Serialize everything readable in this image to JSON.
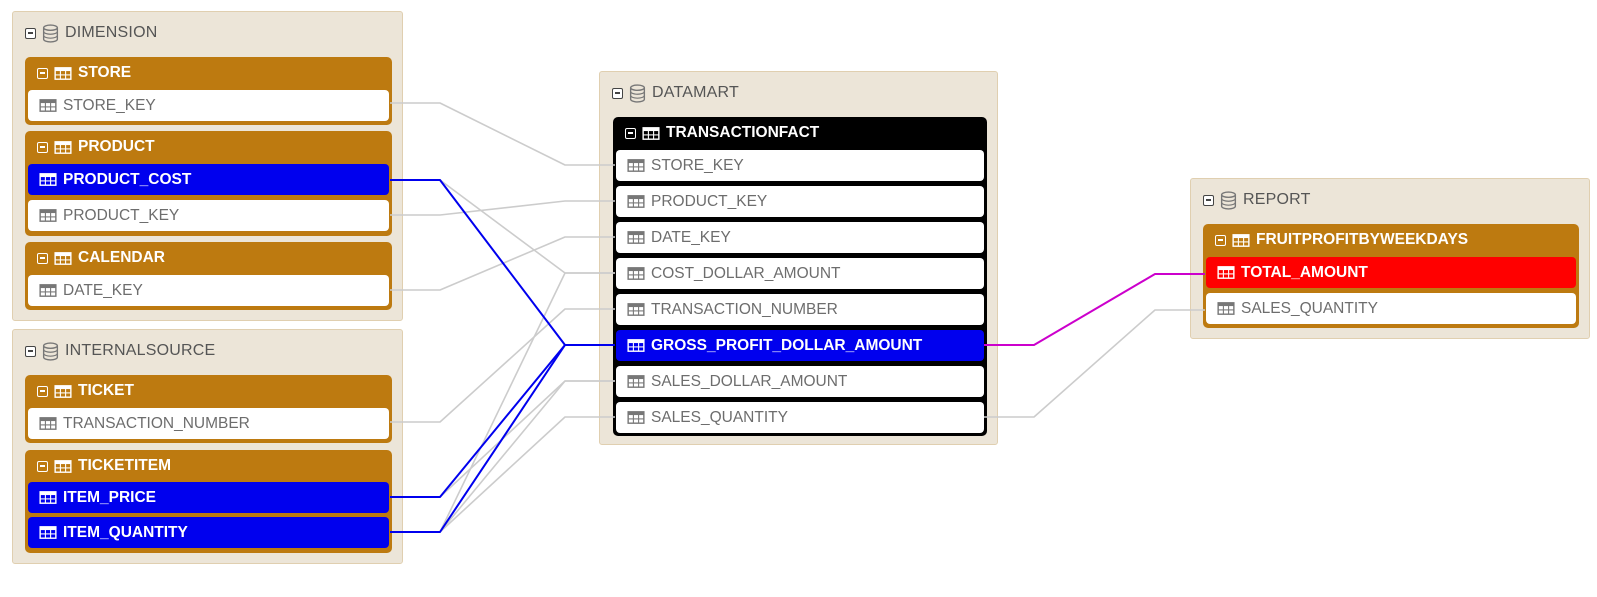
{
  "colors": {
    "highlight": "#0000ee",
    "target": "#ff0000",
    "link_highlight": "#0000ee",
    "link_output": "#cc00cc",
    "link_default": "#cccccc",
    "table_header": "#bd7a10",
    "table_header_selected": "#000000",
    "schema_bg": "#ece5d8"
  },
  "icons": {
    "schema": "database-icon",
    "table": "table-icon",
    "column": "column-icon",
    "toggle": "collapse-icon"
  },
  "schemas": {
    "dimension": {
      "title": "DIMENSION",
      "tables": {
        "store": {
          "title": "STORE",
          "columns": [
            "STORE_KEY"
          ]
        },
        "product": {
          "title": "PRODUCT",
          "columns": [
            "PRODUCT_COST",
            "PRODUCT_KEY"
          ]
        },
        "calendar": {
          "title": "CALENDAR",
          "columns": [
            "DATE_KEY"
          ]
        }
      }
    },
    "internalsource": {
      "title": "INTERNALSOURCE",
      "tables": {
        "ticket": {
          "title": "TICKET",
          "columns": [
            "TRANSACTION_NUMBER"
          ]
        },
        "ticketitem": {
          "title": "TICKETITEM",
          "columns": [
            "ITEM_PRICE",
            "ITEM_QUANTITY"
          ]
        }
      }
    },
    "datamart": {
      "title": "DATAMART",
      "tables": {
        "transactionfact": {
          "title": "TRANSACTIONFACT",
          "columns": [
            "STORE_KEY",
            "PRODUCT_KEY",
            "DATE_KEY",
            "COST_DOLLAR_AMOUNT",
            "TRANSACTION_NUMBER",
            "GROSS_PROFIT_DOLLAR_AMOUNT",
            "SALES_DOLLAR_AMOUNT",
            "SALES_QUANTITY"
          ]
        }
      }
    },
    "report": {
      "title": "REPORT",
      "tables": {
        "fruitprofit": {
          "title": "FRUITPROFITBYWEEKDAYS",
          "columns": [
            "TOTAL_AMOUNT",
            "SALES_QUANTITY"
          ]
        }
      }
    }
  },
  "links": [
    {
      "from": "dimension.store.STORE_KEY",
      "to": "datamart.transactionfact.STORE_KEY",
      "style": "default"
    },
    {
      "from": "dimension.product.PRODUCT_KEY",
      "to": "datamart.transactionfact.PRODUCT_KEY",
      "style": "default"
    },
    {
      "from": "dimension.calendar.DATE_KEY",
      "to": "datamart.transactionfact.DATE_KEY",
      "style": "default"
    },
    {
      "from": "dimension.product.PRODUCT_COST",
      "to": "datamart.transactionfact.COST_DOLLAR_AMOUNT",
      "style": "default"
    },
    {
      "from": "internalsource.ticket.TRANSACTION_NUMBER",
      "to": "datamart.transactionfact.TRANSACTION_NUMBER",
      "style": "default"
    },
    {
      "from": "internalsource.ticketitem.ITEM_QUANTITY",
      "to": "datamart.transactionfact.COST_DOLLAR_AMOUNT",
      "style": "default"
    },
    {
      "from": "internalsource.ticketitem.ITEM_PRICE",
      "to": "datamart.transactionfact.SALES_DOLLAR_AMOUNT",
      "style": "default"
    },
    {
      "from": "internalsource.ticketitem.ITEM_QUANTITY",
      "to": "datamart.transactionfact.SALES_DOLLAR_AMOUNT",
      "style": "default"
    },
    {
      "from": "internalsource.ticketitem.ITEM_QUANTITY",
      "to": "datamart.transactionfact.SALES_QUANTITY",
      "style": "default"
    },
    {
      "from": "datamart.transactionfact.SALES_QUANTITY",
      "to": "report.fruitprofit.SALES_QUANTITY",
      "style": "default"
    },
    {
      "from": "dimension.product.PRODUCT_COST",
      "to": "datamart.transactionfact.GROSS_PROFIT_DOLLAR_AMOUNT",
      "style": "highlight"
    },
    {
      "from": "internalsource.ticketitem.ITEM_PRICE",
      "to": "datamart.transactionfact.GROSS_PROFIT_DOLLAR_AMOUNT",
      "style": "highlight"
    },
    {
      "from": "internalsource.ticketitem.ITEM_QUANTITY",
      "to": "datamart.transactionfact.GROSS_PROFIT_DOLLAR_AMOUNT",
      "style": "highlight"
    },
    {
      "from": "datamart.transactionfact.GROSS_PROFIT_DOLLAR_AMOUNT",
      "to": "report.fruitprofit.TOTAL_AMOUNT",
      "style": "output"
    }
  ]
}
